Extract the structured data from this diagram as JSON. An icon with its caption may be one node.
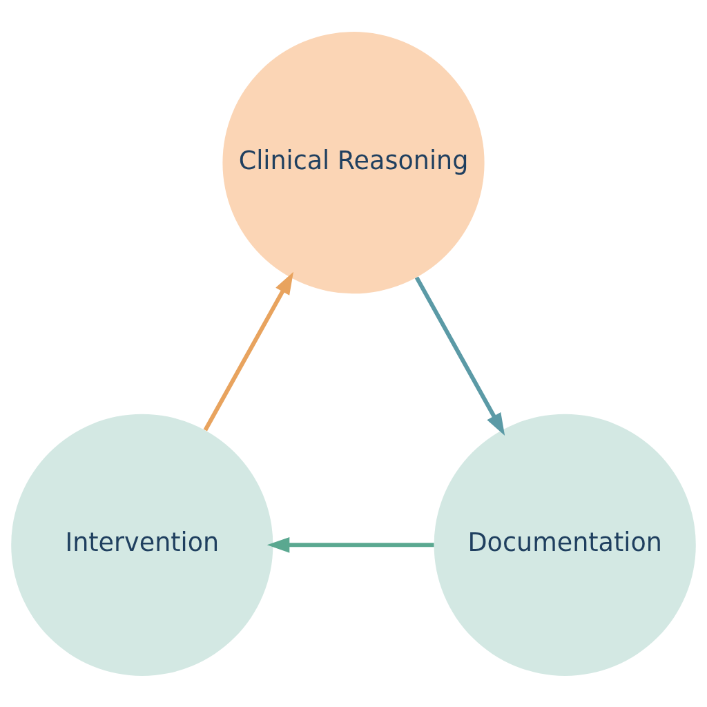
{
  "diagram": {
    "nodes": [
      {
        "text": [
          "Clinical Reasoning"
        ]
      },
      {
        "text": [
          "Intervention"
        ]
      },
      {
        "text": [
          "Documentation"
        ]
      }
    ],
    "edges": [
      {
        "from": 0,
        "to": 2,
        "arrow": "to",
        "color": "#5b9aa6"
      },
      {
        "from": 2,
        "to": 1,
        "arrow": "to",
        "color": "#5aa890"
      },
      {
        "from": 1,
        "to": 0,
        "arrow": "to",
        "color": "#e8a35e"
      }
    ]
  }
}
